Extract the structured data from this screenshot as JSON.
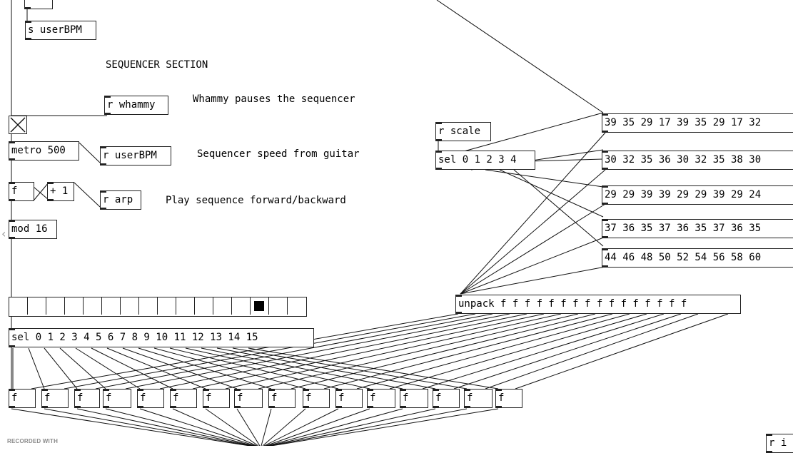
{
  "objects": {
    "s_userbpm": "s userBPM",
    "r_whammy": "r whammy",
    "metro": "metro 500",
    "r_userbpm": "r userBPM",
    "f_counter": "f",
    "plus_one": "+ 1",
    "r_arp": "r arp",
    "mod": "mod 16",
    "sel_steps": "sel 0 1 2 3 4 5 6 7 8 9 10 11 12 13 14 15",
    "r_scale": "r scale",
    "sel_scale": "sel 0 1 2 3 4",
    "unpack": "unpack f f f f f f f f f f f f f f f f",
    "r_partial": "r i",
    "float_box": "f"
  },
  "messages": [
    "39 35 29 17 39 35 29 17 32",
    "30 32 35 36 30 32 35 38 30",
    "29 29 39 39 29 29 39 29 24",
    "37 36 35 37 36 35 37 36 35",
    "44 46 48 50 52 54 56 58 60"
  ],
  "comments": {
    "section": "SEQUENCER SECTION",
    "whammy": "Whammy pauses the sequencer",
    "speed": "Sequencer speed from guitar",
    "direction": "Play sequence forward/backward"
  },
  "toggle": {
    "checked": true
  },
  "radio": {
    "cells": 16,
    "selected": 13
  },
  "watermark": "RECORDED WITH"
}
